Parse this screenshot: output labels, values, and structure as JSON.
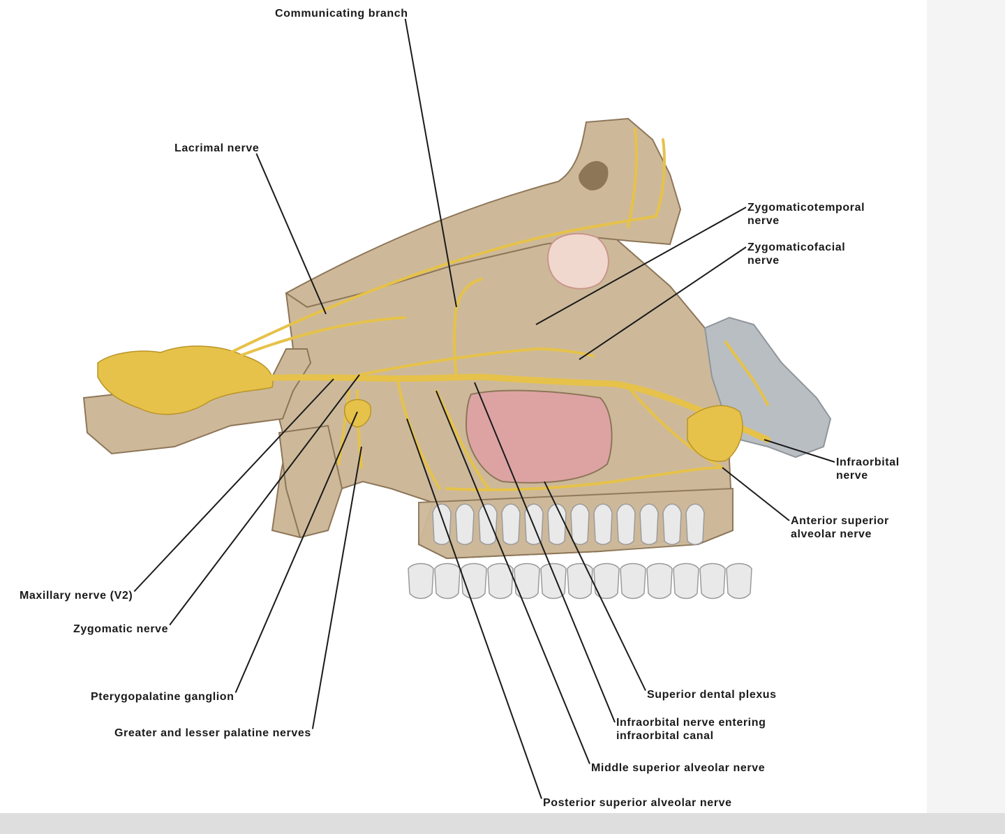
{
  "colors": {
    "nerve": "#e6c24a",
    "nerve_dark": "#b99427",
    "bone": "#cdb99a",
    "bone_dark": "#8d7658",
    "sinus": "#dda3a3",
    "nasal_cartilage": "#b9bec3",
    "tooth": "#e9e9ea",
    "leader_line": "#1a1a1a"
  },
  "labels": [
    {
      "id": "communicating-branch",
      "text": "Communicating branch",
      "target": [
        654,
        440
      ]
    },
    {
      "id": "lacrimal-nerve",
      "text": "Lacrimal nerve",
      "target": [
        467,
        450
      ]
    },
    {
      "id": "zygomaticotemporal-nerve",
      "text": "Zygomaticotemporal\nnerve",
      "target": [
        768,
        465
      ]
    },
    {
      "id": "zygomaticofacial-nerve",
      "text": "Zygomaticofacial\nnerve",
      "target": [
        830,
        515
      ]
    },
    {
      "id": "infraorbital-nerve",
      "text": "Infraorbital\nnerve",
      "target": [
        1095,
        630
      ]
    },
    {
      "id": "anterior-superior-alveolar-nerve",
      "text": "Anterior superior\nalveolar nerve",
      "target": [
        1035,
        670
      ]
    },
    {
      "id": "maxillary-nerve",
      "text": "Maxillary nerve (V2)",
      "target": [
        478,
        543
      ]
    },
    {
      "id": "zygomatic-nerve",
      "text": "Zygomatic nerve",
      "target": [
        515,
        537
      ]
    },
    {
      "id": "pterygopalatine-ganglion",
      "text": "Pterygopalatine ganglion",
      "target": [
        512,
        590
      ]
    },
    {
      "id": "greater-lesser-palatine-nerves",
      "text": "Greater and lesser palatine nerves",
      "target": [
        518,
        640
      ]
    },
    {
      "id": "superior-dental-plexus",
      "text": "Superior dental plexus",
      "target": [
        780,
        690
      ]
    },
    {
      "id": "infraorbital-nerve-entering-canal",
      "text": "Infraorbital nerve entering\ninfraorbital canal",
      "target": [
        680,
        548
      ]
    },
    {
      "id": "middle-superior-alveolar-nerve",
      "text": "Middle superior alveolar nerve",
      "target": [
        625,
        560
      ]
    },
    {
      "id": "posterior-superior-alveolar-nerve",
      "text": "Posterior superior alveolar nerve",
      "target": [
        583,
        600
      ]
    }
  ]
}
